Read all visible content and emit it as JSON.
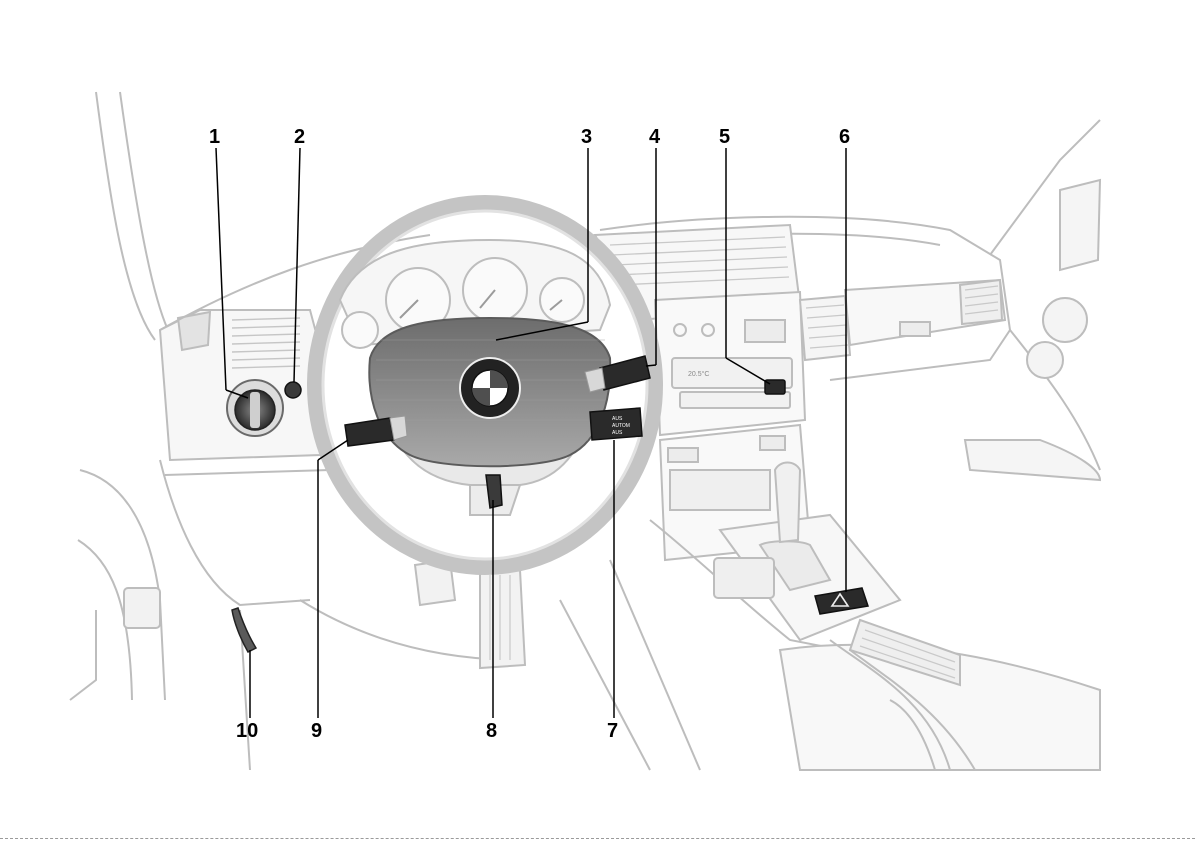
{
  "callouts": {
    "c1": "1",
    "c2": "2",
    "c3": "3",
    "c4": "4",
    "c5": "5",
    "c6": "6",
    "c7": "7",
    "c8": "8",
    "c9": "9",
    "c10": "10"
  },
  "labels": {
    "logo": "BMW",
    "cruise": [
      "AUS",
      "AUTOM",
      "AUS"
    ],
    "display": "20.5°C"
  },
  "colors": {
    "line": "#b8b8b8",
    "fill": "#f4f4f4",
    "dark": "#4a4a4a",
    "black": "#111111"
  }
}
